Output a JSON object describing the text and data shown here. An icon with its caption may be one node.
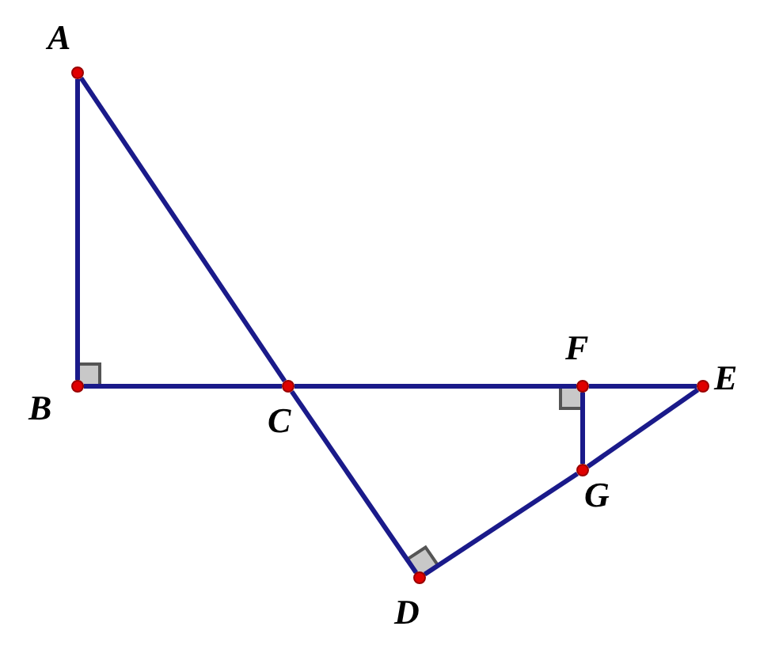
{
  "diagram": {
    "nodes": [
      {
        "text": [
          "A"
        ]
      },
      {
        "text": [
          "B"
        ]
      },
      {
        "text": [
          "C"
        ]
      },
      {
        "text": [
          "D"
        ]
      },
      {
        "text": [
          "E"
        ]
      },
      {
        "text": [
          "F"
        ]
      },
      {
        "text": [
          "G"
        ]
      }
    ],
    "edges": [
      {
        "from": 0,
        "to": 1,
        "arrow": "none"
      },
      {
        "from": 0,
        "to": 2,
        "arrow": "none"
      },
      {
        "from": 2,
        "to": 3,
        "arrow": "none"
      },
      {
        "from": 1,
        "to": 2,
        "arrow": "none"
      },
      {
        "from": 2,
        "to": 5,
        "arrow": "none"
      },
      {
        "from": 5,
        "to": 4,
        "arrow": "none"
      },
      {
        "from": 4,
        "to": 6,
        "arrow": "none"
      },
      {
        "from": 6,
        "to": 3,
        "arrow": "none"
      },
      {
        "from": 5,
        "to": 6,
        "arrow": "none"
      }
    ]
  }
}
